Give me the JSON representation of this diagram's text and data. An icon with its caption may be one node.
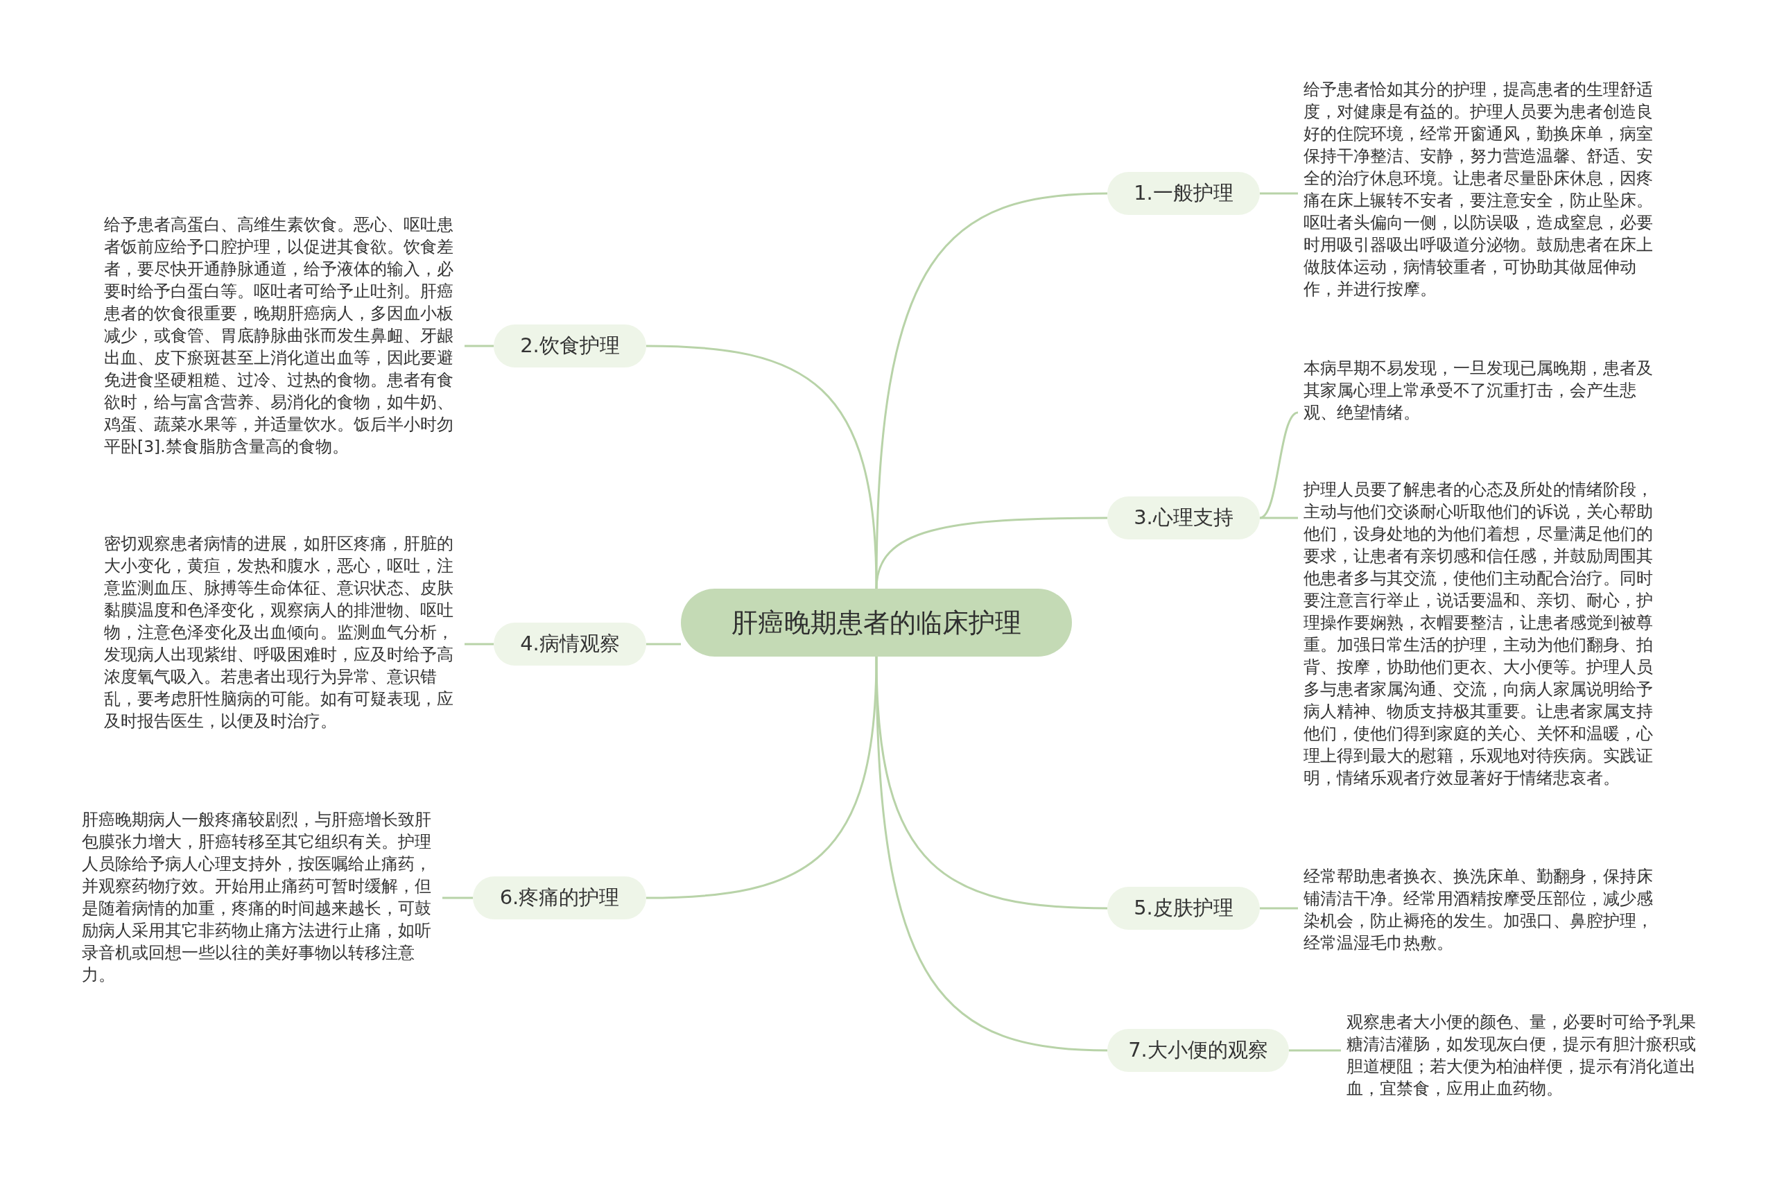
{
  "diagram": {
    "nodes": [
      {
        "text": [
          "肝癌晚期患者的临床护理"
        ]
      },
      {
        "text": [
          "1.一般护理"
        ]
      },
      {
        "text": [
          "给予患者恰如其分的护理，提高患者的生理舒适度，对健康是有益的。护理人员要为患者创造良好的住院环境，经常开窗通风，勤换床单，病室保持干净整洁、安静，努力营造温馨、舒适、安全的治疗休息环境。让患者尽量卧床休息，因疼痛在床上辗转不安者，要注意安全，防止坠床。呕吐者头偏向一侧，以防误吸，造成窒息，必要时用吸引器吸出呼吸道分泌物。鼓励患者在床上做肢体运动，病情较重者，可协助其做屈伸动作，并进行按摩。"
        ]
      },
      {
        "text": [
          "2.饮食护理"
        ]
      },
      {
        "text": [
          "给予患者高蛋白、高维生素饮食。恶心、呕吐患者饭前应给予口腔护理，以促进其食欲。饮食差者，要尽快开通静脉通道，给予液体的输入，必要时给予白蛋白等。呕吐者可给予止吐剂。肝癌患者的饮食很重要，晚期肝癌病人，多因血小板减少，或食管、胃底静脉曲张而发生鼻衄、牙龈出血、皮下瘀斑甚至上消化道出血等，因此要避免进食坚硬粗糙、过冷、过热的食物。患者有食欲时，给与富含营养、易消化的食物，如牛奶、鸡蛋、蔬菜水果等，并适量饮水。饭后半小时勿平卧[3].禁食脂肪含量高的食物。"
        ]
      },
      {
        "text": [
          "3.心理支持"
        ]
      },
      {
        "text": [
          "本病早期不易发现，一旦发现已属晚期，患者及其家属心理上常承受不了沉重打击，会产生悲观、绝望情绪。"
        ]
      },
      {
        "text": [
          "护理人员要了解患者的心态及所处的情绪阶段，主动与他们交谈耐心听取他们的诉说，关心帮助他们，设身处地的为他们着想，尽量满足他们的要求，让患者有亲切感和信任感，并鼓励周围其他患者多与其交流，使他们主动配合治疗。同时要注意言行举止，说话要温和、亲切、耐心，护理操作要娴熟，衣帽要整洁，让患者感觉到被尊重。加强日常生活的护理，主动为他们翻身、拍背、按摩，协助他们更衣、大小便等。护理人员多与患者家属沟通、交流，向病人家属说明给予病人精神、物质支持极其重要。让患者家属支持他们，使他们得到家庭的关心、关怀和温暖，心理上得到最大的慰籍，乐观地对待疾病。实践证明，情绪乐观者疗效显著好于情绪悲哀者。"
        ]
      },
      {
        "text": [
          "4.病情观察"
        ]
      },
      {
        "text": [
          "密切观察患者病情的进展，如肝区疼痛，肝脏的大小变化，黄疸，发热和腹水，恶心，呕吐，注意监测血压、脉搏等生命体征、意识状态、皮肤黏膜温度和色泽变化，观察病人的排泄物、呕吐物，注意色泽变化及出血倾向。监测血气分析，发现病人出现紫绀、呼吸困难时，应及时给予高浓度氧气吸入。若患者出现行为异常、意识错乱，要考虑肝性脑病的可能。如有可疑表现，应及时报告医生，以便及时治疗。"
        ]
      },
      {
        "text": [
          "5.皮肤护理"
        ]
      },
      {
        "text": [
          "经常帮助患者换衣、换洗床单、勤翻身，保持床铺清洁干净。经常用酒精按摩受压部位，减少感染机会，防止褥疮的发生。加强口、鼻腔护理，经常温湿毛巾热敷。"
        ]
      },
      {
        "text": [
          "6.疼痛的护理"
        ]
      },
      {
        "text": [
          "肝癌晚期病人一般疼痛较剧烈，与肝癌增长致肝包膜张力增大，肝癌转移至其它组织有关。护理人员除给予病人心理支持外，按医嘱给止痛药，并观察药物疗效。开始用止痛药可暂时缓解，但是随着病情的加重，疼痛的时间越来越长，可鼓励病人采用其它非药物止痛方法进行止痛，如听录音机或回想一些以往的美好事物以转移注意力。"
        ]
      },
      {
        "text": [
          "7.大小便的观察"
        ]
      },
      {
        "text": [
          "观察患者大小便的颜色、量，必要时可给予乳果糖清洁灌肠，如发现灰白便，提示有胆汁瘀积或胆道梗阻；若大便为柏油样便，提示有消化道出血，宜禁食，应用止血药物。"
        ]
      }
    ],
    "edges": [
      {
        "from": 0,
        "to": 1,
        "arrow": "none"
      },
      {
        "from": 1,
        "to": 2,
        "arrow": "none"
      },
      {
        "from": 0,
        "to": 3,
        "arrow": "none"
      },
      {
        "from": 3,
        "to": 4,
        "arrow": "none"
      },
      {
        "from": 0,
        "to": 5,
        "arrow": "none"
      },
      {
        "from": 5,
        "to": 6,
        "arrow": "none"
      },
      {
        "from": 5,
        "to": 7,
        "arrow": "none"
      },
      {
        "from": 0,
        "to": 8,
        "arrow": "none"
      },
      {
        "from": 8,
        "to": 9,
        "arrow": "none"
      },
      {
        "from": 0,
        "to": 10,
        "arrow": "none"
      },
      {
        "from": 10,
        "to": 11,
        "arrow": "none"
      },
      {
        "from": 0,
        "to": 12,
        "arrow": "none"
      },
      {
        "from": 12,
        "to": 13,
        "arrow": "none"
      },
      {
        "from": 0,
        "to": 14,
        "arrow": "none"
      },
      {
        "from": 14,
        "to": 15,
        "arrow": "none"
      }
    ]
  }
}
